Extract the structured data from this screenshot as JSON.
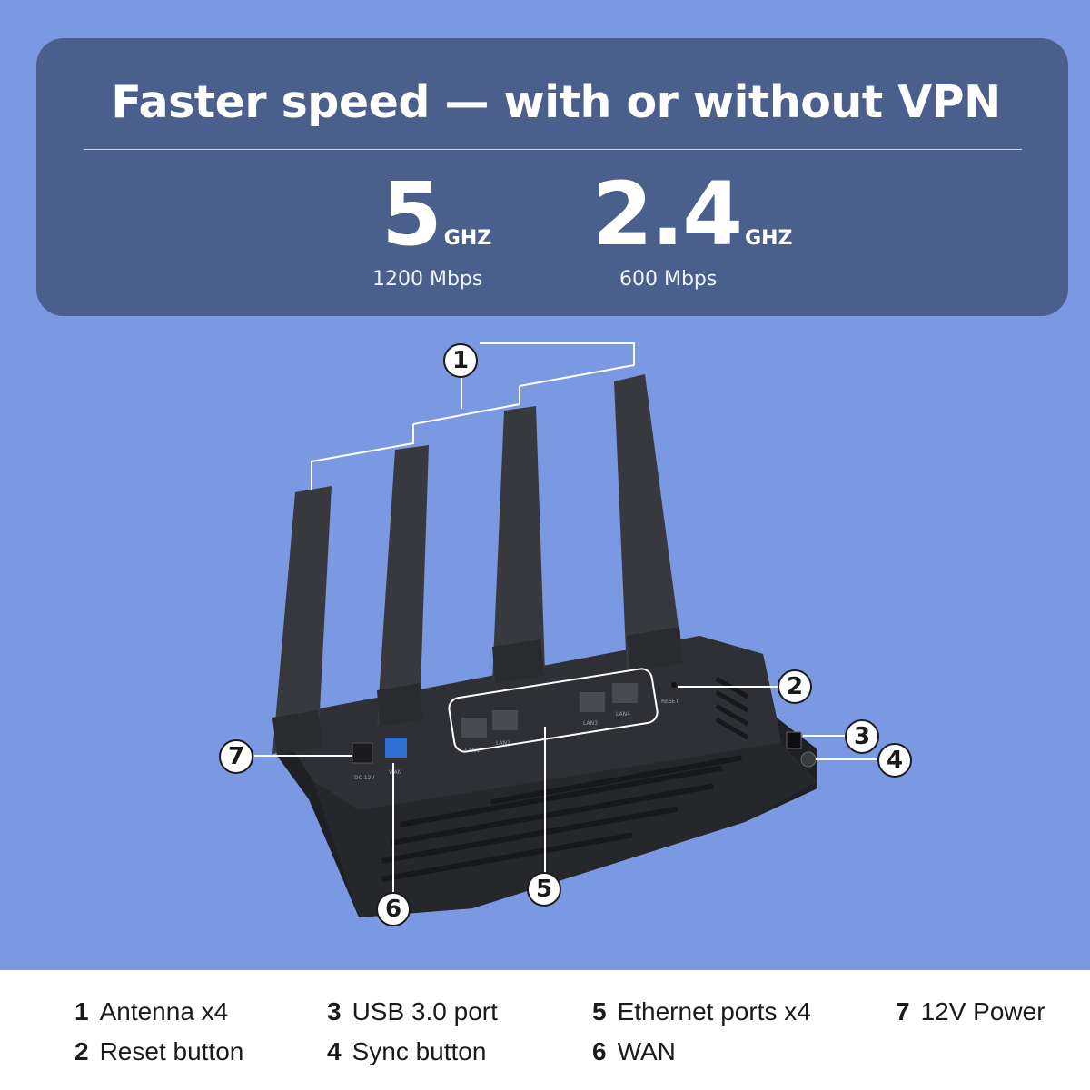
{
  "header": {
    "title": "Faster speed — with or without VPN"
  },
  "specs": [
    {
      "value": "5",
      "unit": "GHZ",
      "rate": "1200 Mbps"
    },
    {
      "value": "2.4",
      "unit": "GHZ",
      "rate": "600 Mbps"
    }
  ],
  "callouts": [
    "1",
    "2",
    "3",
    "4",
    "5",
    "6",
    "7"
  ],
  "port_labels": {
    "lan1": "LAN1",
    "lan2": "LAN2",
    "lan3": "LAN3",
    "lan4": "LAN4",
    "reset": "RESET",
    "wan": "WAN",
    "dc": "DC 12V"
  },
  "legend": [
    {
      "num": "1",
      "label": "Antenna x4"
    },
    {
      "num": "2",
      "label": "Reset button"
    },
    {
      "num": "3",
      "label": "USB 3.0 port"
    },
    {
      "num": "4",
      "label": "Sync button"
    },
    {
      "num": "5",
      "label": "Ethernet ports x4"
    },
    {
      "num": "6",
      "label": "WAN"
    },
    {
      "num": "7",
      "label": "12V Power"
    }
  ],
  "colors": {
    "background": "#7b99e3",
    "panel": "#4a5f8c",
    "router_body": "#2b2c30",
    "wan_port": "#2f6fd6"
  }
}
